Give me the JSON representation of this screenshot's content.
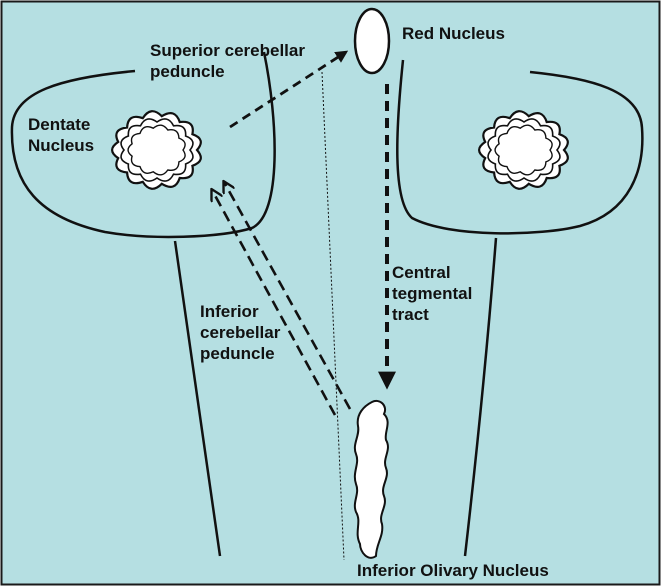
{
  "colors": {
    "background": "#b5dfe2",
    "frame": "#1a1a1a",
    "stroke": "#111111",
    "nucleus_fill": "#ffffff"
  },
  "labels": {
    "red_nucleus": "Red Nucleus",
    "superior_peduncle": [
      "Superior cerebellar",
      "peduncle"
    ],
    "dentate_nucleus": [
      "Dentate",
      "Nucleus"
    ],
    "central_tegmental_tract": [
      "Central",
      "tegmental",
      "tract"
    ],
    "inferior_peduncle": [
      "Inferior",
      "cerebellar",
      "peduncle"
    ],
    "inferior_olivary_nucleus": "Inferior Olivary Nucleus"
  }
}
